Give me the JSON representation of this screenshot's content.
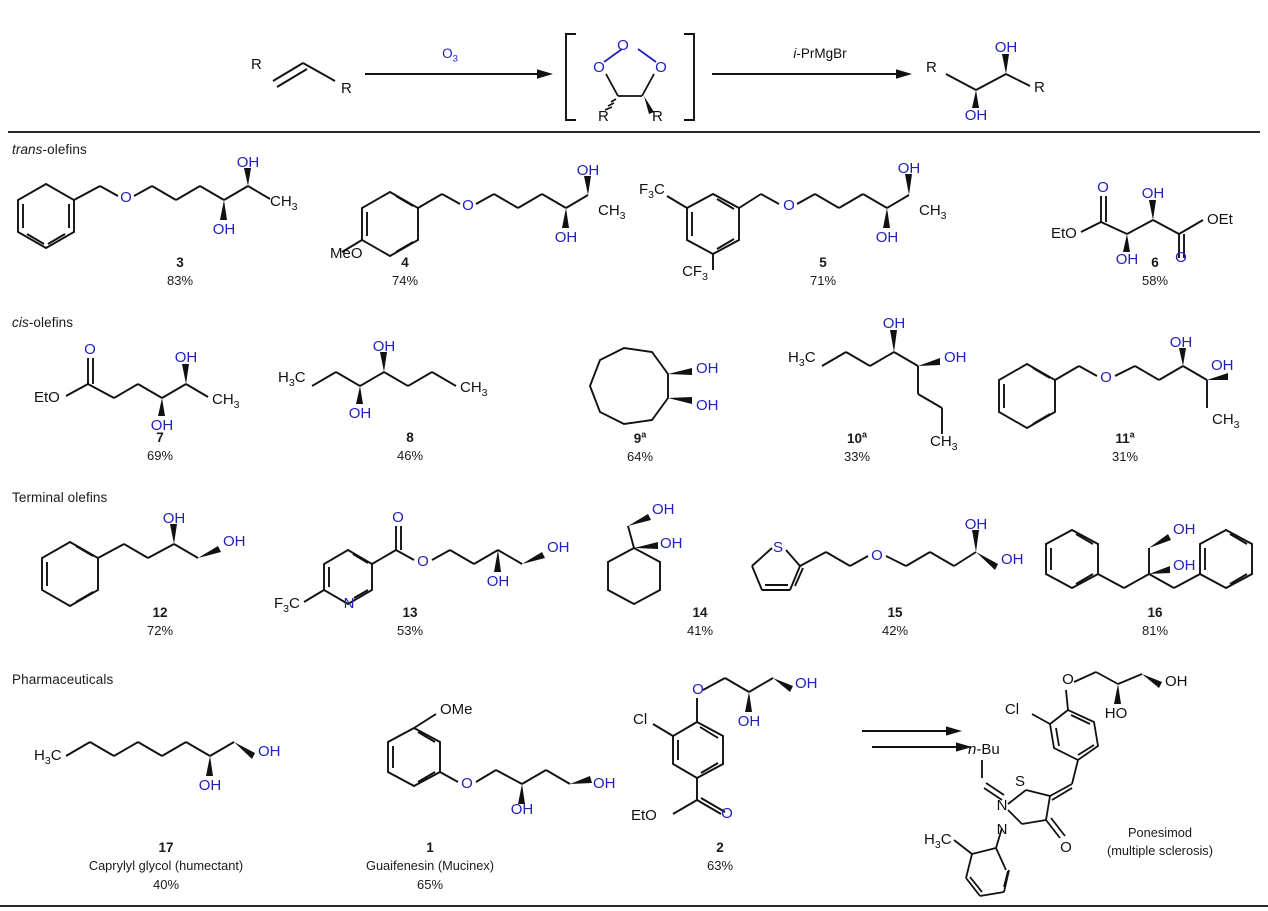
{
  "figure": {
    "kind": "reaction-scheme-substrate-scope",
    "bond_color": "#111111",
    "heteroatom_color": "#2222bb"
  },
  "scheme": {
    "substrate_labels": [
      "R",
      "R"
    ],
    "reagent_1": "O",
    "reagent_1_sub": "3",
    "intermediate_atoms": [
      "O",
      "O",
      "O"
    ],
    "intermediate_substituents": [
      "R",
      "R"
    ],
    "reagent_2_italic": "i",
    "reagent_2": "-PrMgBr",
    "product_labels": [
      "R",
      "R"
    ],
    "product_oh_top": "OH",
    "product_oh_bottom": "OH"
  },
  "sections": [
    {
      "id": "trans",
      "label_italic": "trans",
      "label_rest": "-olefins"
    },
    {
      "id": "cis",
      "label_italic": "cis",
      "label_rest": "-olefins"
    },
    {
      "id": "terminal",
      "label_italic": "",
      "label_rest": "Terminal olefins"
    },
    {
      "id": "pharma",
      "label_italic": "",
      "label_rest": "Pharmaceuticals"
    }
  ],
  "compounds": [
    {
      "num": "3",
      "footnote": "",
      "yield": "83%",
      "name": ""
    },
    {
      "num": "4",
      "footnote": "",
      "yield": "74%",
      "name": ""
    },
    {
      "num": "5",
      "footnote": "",
      "yield": "71%",
      "name": ""
    },
    {
      "num": "6",
      "footnote": "",
      "yield": "58%",
      "name": ""
    },
    {
      "num": "7",
      "footnote": "",
      "yield": "69%",
      "name": ""
    },
    {
      "num": "8",
      "footnote": "",
      "yield": "46%",
      "name": ""
    },
    {
      "num": "9",
      "footnote": "a",
      "yield": "64%",
      "name": ""
    },
    {
      "num": "10",
      "footnote": "a",
      "yield": "33%",
      "name": ""
    },
    {
      "num": "11",
      "footnote": "a",
      "yield": "31%",
      "name": ""
    },
    {
      "num": "12",
      "footnote": "",
      "yield": "72%",
      "name": ""
    },
    {
      "num": "13",
      "footnote": "",
      "yield": "53%",
      "name": ""
    },
    {
      "num": "14",
      "footnote": "",
      "yield": "41%",
      "name": ""
    },
    {
      "num": "15",
      "footnote": "",
      "yield": "42%",
      "name": ""
    },
    {
      "num": "16",
      "footnote": "",
      "yield": "81%",
      "name": ""
    },
    {
      "num": "17",
      "footnote": "",
      "yield": "40%",
      "name": "Caprylyl glycol (humectant)"
    },
    {
      "num": "1",
      "footnote": "",
      "yield": "65%",
      "name": "Guaifenesin (Mucinex)"
    },
    {
      "num": "2",
      "footnote": "",
      "yield": "63%",
      "name": ""
    }
  ],
  "atom_labels": {
    "OH": "OH",
    "HO": "HO",
    "O": "O",
    "N": "N",
    "S": "S",
    "Cl": "Cl",
    "EtO": "EtO",
    "OEt": "OEt",
    "MeO": "MeO",
    "OMe": "OMe",
    "CH3": "CH",
    "CH3_sub": "3",
    "H3C_h": "H",
    "H3C_sub": "3",
    "H3C_c": "C",
    "CF3": "CF",
    "CF3_sub": "3",
    "F3C_f": "F",
    "F3C_sub": "3",
    "F3C_c": "C",
    "nBu_i": "n",
    "nBu_rest": "-Bu"
  },
  "product_final": {
    "name_line1": "Ponesimod",
    "name_line2": "(multiple sclerosis)"
  }
}
